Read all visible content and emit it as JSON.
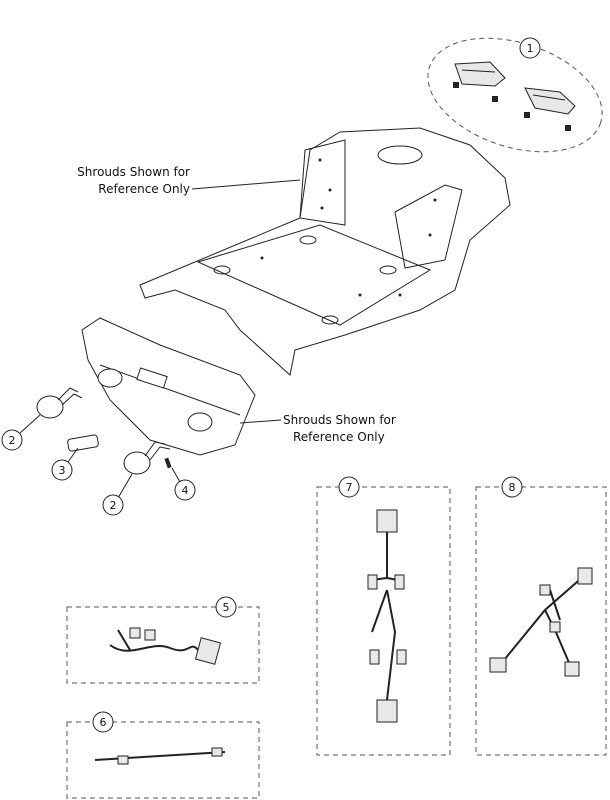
{
  "labels": {
    "shroud_note_top": [
      "Shrouds Shown for",
      "Reference Only"
    ],
    "shroud_note_bottom": [
      "Shrouds Shown for",
      "Reference Only"
    ]
  },
  "callouts": {
    "c1": "1",
    "c2a": "2",
    "c2b": "2",
    "c3": "3",
    "c4": "4",
    "c5": "5",
    "c6": "6",
    "c7": "7",
    "c8": "8"
  }
}
